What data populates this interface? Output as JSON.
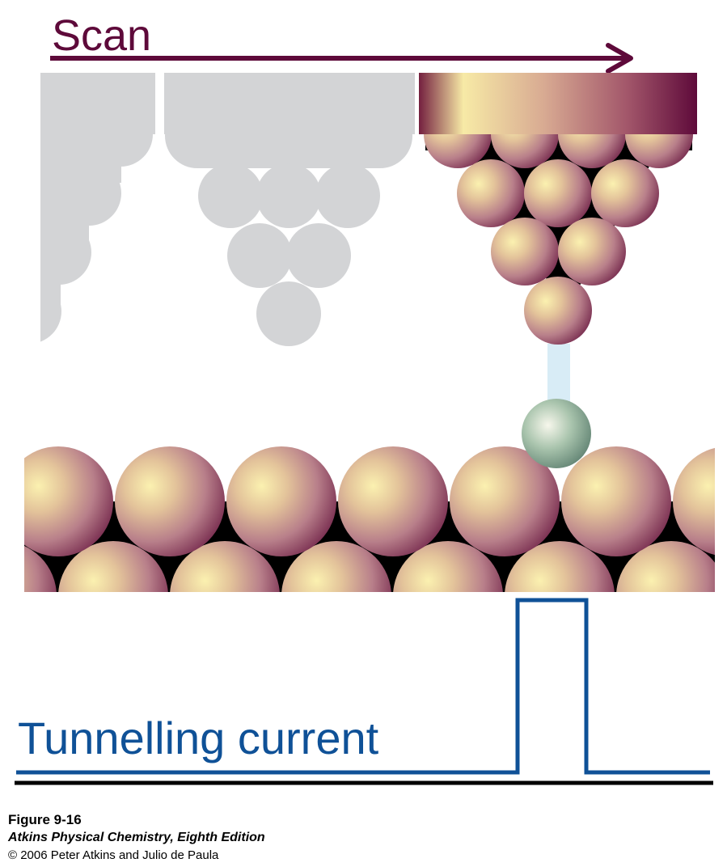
{
  "figure": {
    "scan_label": "Scan",
    "current_label": "Tunnelling current"
  },
  "caption": {
    "figure_number": "Figure 9-16",
    "book_title": "Atkins Physical Chemistry, Eighth Edition",
    "copyright": "© 2006 Peter Atkins and Julio de Paula"
  },
  "colors": {
    "scan_arrow": "#5e0a3a",
    "tip_dark": "#6a0f3e",
    "tip_light": "#f6e7a0",
    "ghost_tip": "#d3d4d6",
    "adatom": "#8fb09a",
    "tunnel_beam": "#d8ecf6",
    "signal_line": "#0f5197",
    "baseline": "#000000"
  }
}
